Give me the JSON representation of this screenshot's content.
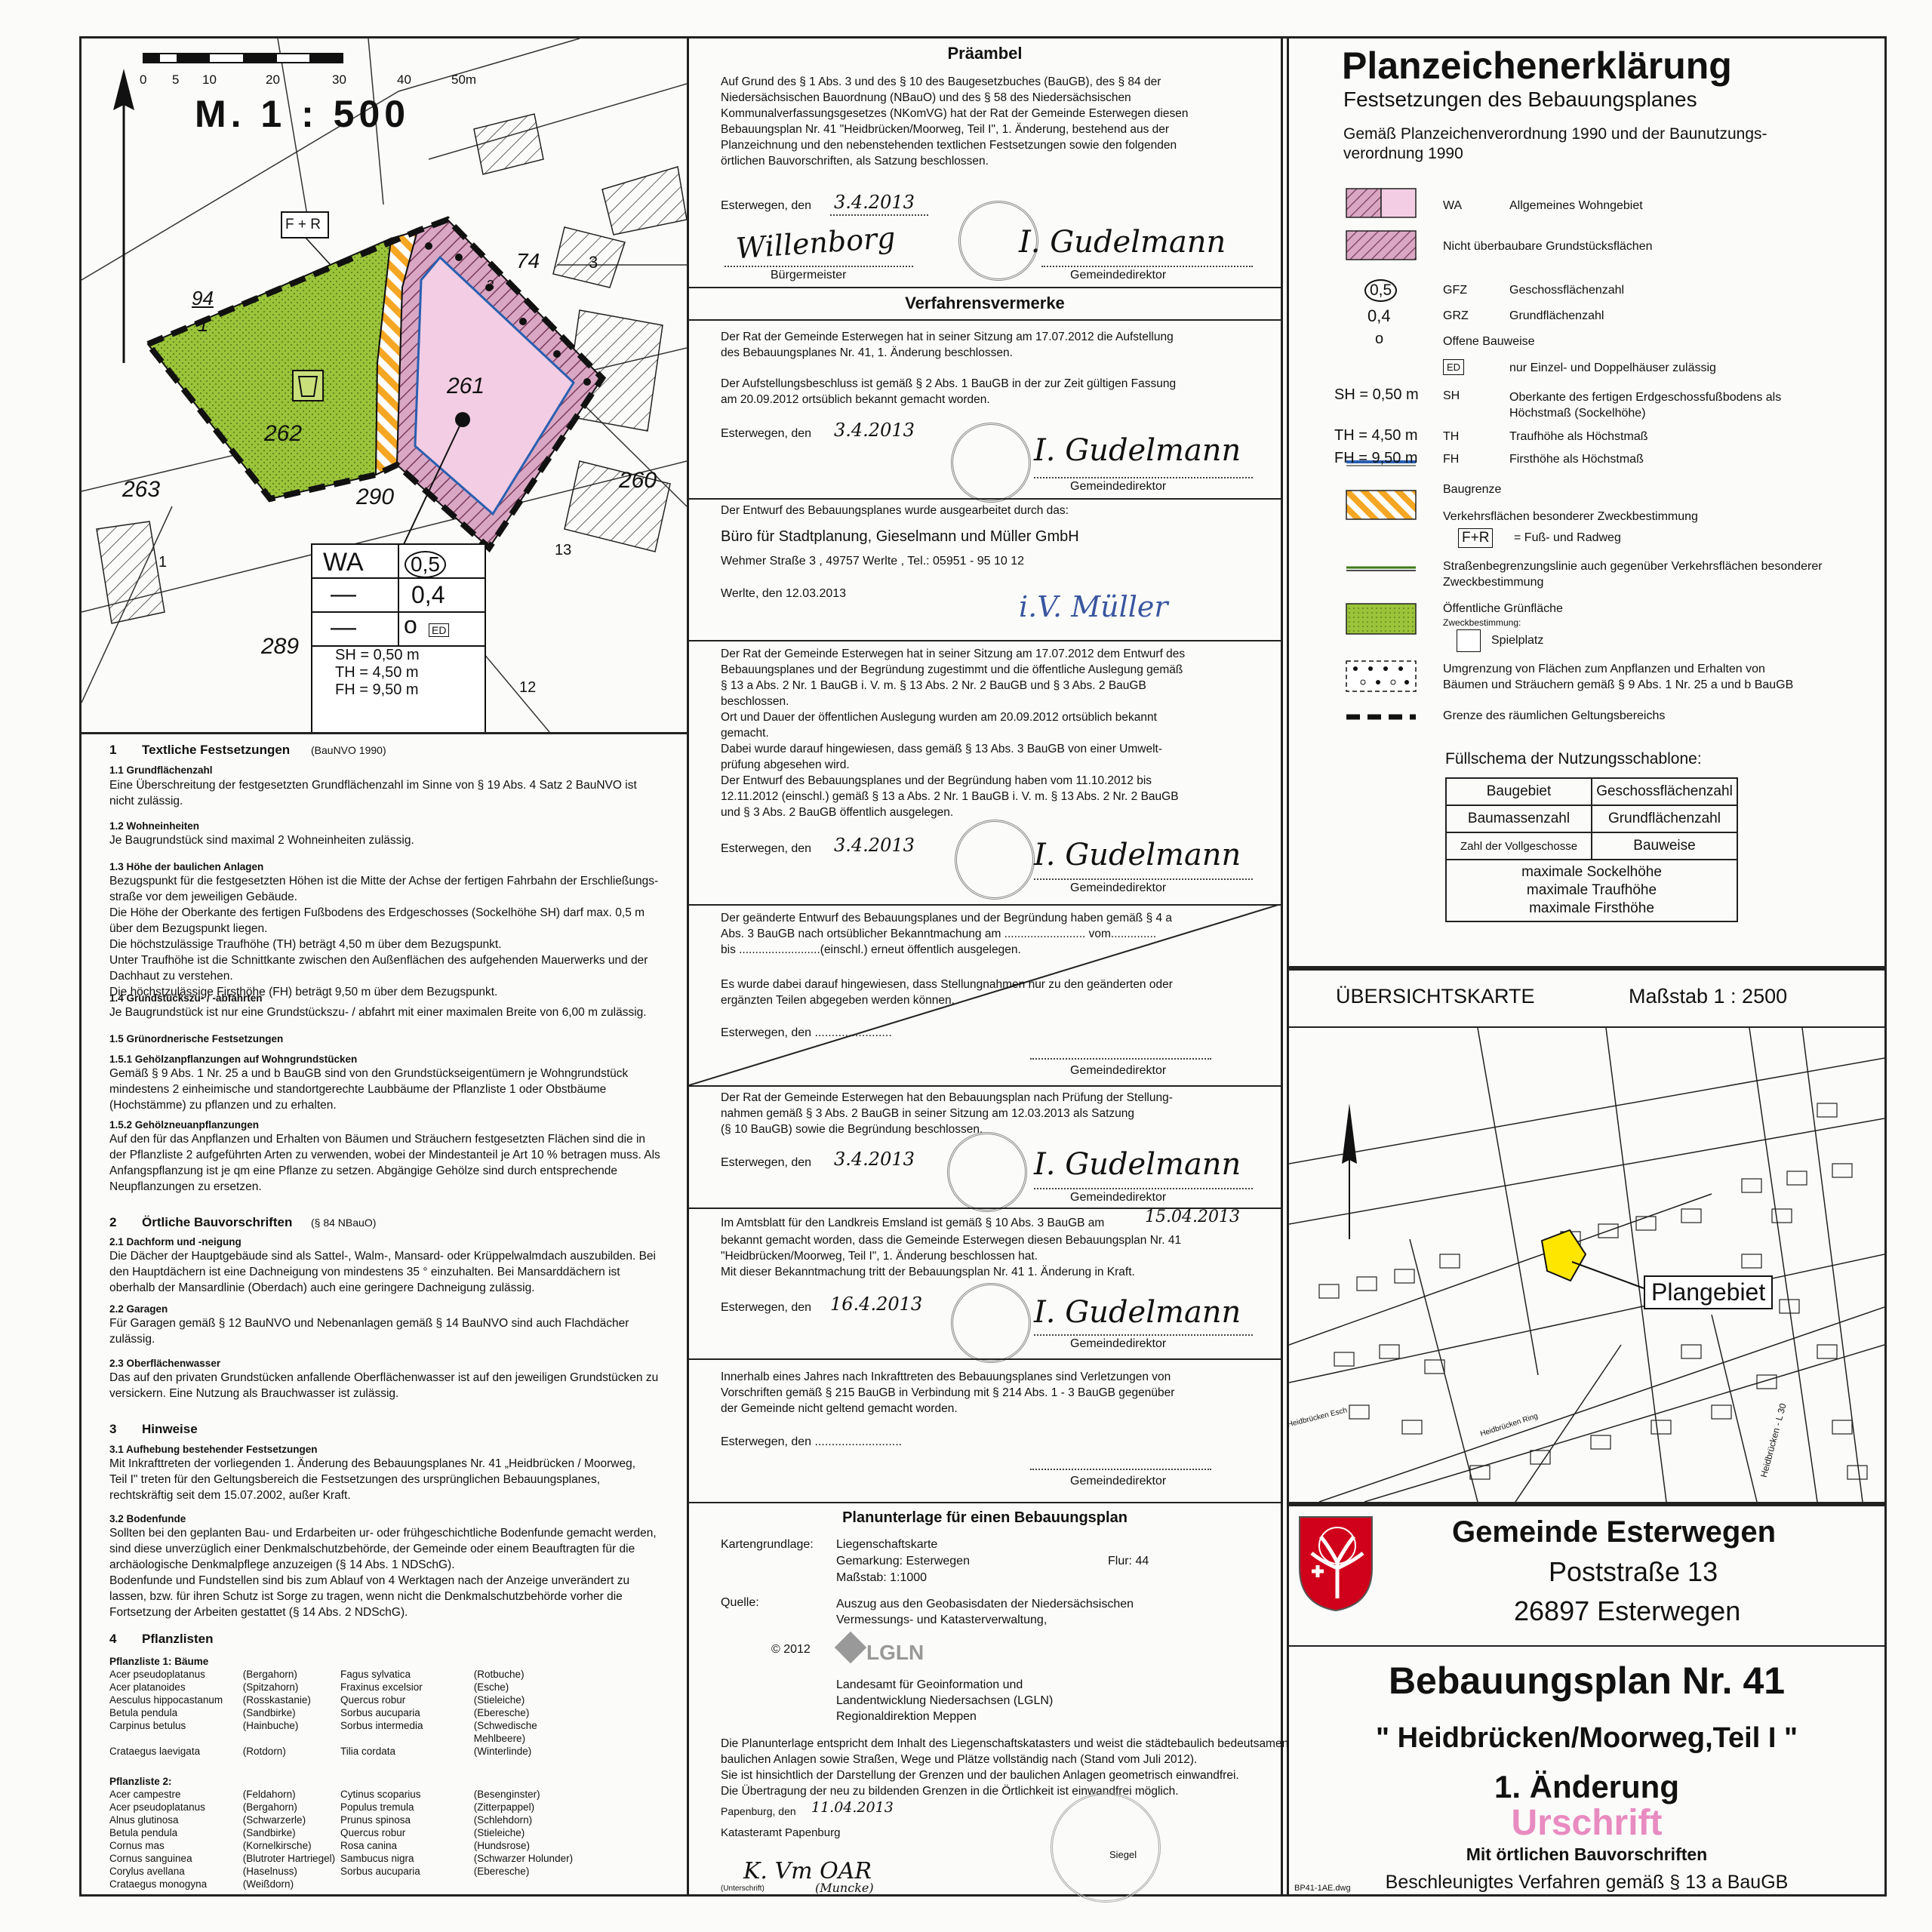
{
  "scale": {
    "ticks": [
      "0",
      "5",
      "10",
      "20",
      "30",
      "40",
      "50m"
    ],
    "title": "M. 1 : 500"
  },
  "map": {
    "f_r": "F + R",
    "lots": [
      "94",
      "1",
      "74",
      "3",
      "262",
      "261",
      "263",
      "290",
      "260",
      "13",
      "289",
      "12",
      "3",
      "1"
    ],
    "schablone": {
      "wa": "WA",
      "gfz": "0,5",
      "dash": "—",
      "grz": "0,4",
      "o": "o",
      "ed": "ED",
      "sh": "SH = 0,50 m",
      "th": "TH = 4,50 m",
      "fh": "FH = 9,50 m"
    }
  },
  "textual": {
    "s1_num": "1",
    "s1_title": "Textliche Festsetzungen",
    "s1_suffix": "(BauNVO 1990)",
    "p11": "1.1      Grundflächenzahl",
    "p11_text": "Eine Überschreitung der festgesetzten Grundflächenzahl im Sinne von § 19 Abs. 4 Satz 2 BauNVO ist\nnicht zulässig.",
    "p12": "1.2      Wohneinheiten",
    "p12_text": "Je Baugrundstück sind maximal 2 Wohneinheiten zulässig.",
    "p13": "1.3      Höhe der baulichen Anlagen",
    "p13_text": "Bezugspunkt für die festgesetzten Höhen ist die Mitte der Achse der fertigen Fahrbahn der Erschließungs-\nstraße vor dem jeweiligen Gebäude.\nDie Höhe der Oberkante des fertigen Fußbodens des Erdgeschosses (Sockelhöhe SH) darf max. 0,5 m\nüber dem Bezugspunkt liegen.\nDie höchstzulässige Traufhöhe (TH) beträgt 4,50 m über dem Bezugspunkt.\nUnter Traufhöhe ist die Schnittkante zwischen den Außenflächen des aufgehenden Mauerwerks und der\nDachhaut zu verstehen.\nDie höchstzulässige Firsthöhe (FH) beträgt 9,50 m über dem Bezugspunkt.",
    "p14": "1.4      Grundstückszu- / -abfahrten",
    "p14_text": "Je Baugrundstück ist nur eine Grundstückszu- / abfahrt mit einer maximalen Breite von 6,00 m zulässig.",
    "p15": "1.5      Grünordnerische Festsetzungen",
    "p151": "1.5.1   Gehölzanpflanzungen auf Wohngrundstücken",
    "p151_text": "Gemäß § 9 Abs. 1 Nr. 25 a und b BauGB sind von den Grundstückseigentümern je Wohngrundstück\nmindestens 2 einheimische und standortgerechte Laubbäume der Pflanzliste 1 oder Obstbäume\n(Hochstämme) zu pflanzen und zu erhalten.",
    "p152": "1.5.2   Gehölzneuanpflanzungen",
    "p152_text": "Auf den für das Anpflanzen und Erhalten von Bäumen und Sträuchern festgesetzten Flächen sind die in\nder Pflanzliste 2 aufgeführten Arten zu verwenden, wobei der Mindestanteil je Art 10 % betragen muss. Als\nAnfangspflanzung ist je qm eine Pflanze zu setzen. Abgängige Gehölze sind durch entsprechende\nNeupflanzungen zu ersetzen.",
    "s2_num": "2",
    "s2_title": "Örtliche Bauvorschriften",
    "s2_suffix": "(§ 84 NBauO)",
    "p21": "2.1      Dachform und -neigung",
    "p21_text": "Die Dächer der Hauptgebäude sind als Sattel-, Walm-, Mansard- oder Krüppelwalmdach auszubilden. Bei\nden Hauptdächern ist eine Dachneigung von mindestens 35 ° einzuhalten. Bei Mansarddächern ist\noberhalb der Mansardlinie (Oberdach) auch eine geringere Dachneigung zulässig.",
    "p22": "2.2      Garagen",
    "p22_text": "Für Garagen gemäß § 12 BauNVO und Nebenanlagen gemäß § 14 BauNVO sind auch Flachdächer\nzulässig.",
    "p23": "2.3      Oberflächenwasser",
    "p23_text": "Das auf den privaten Grundstücken anfallende Oberflächenwasser ist auf den jeweiligen Grundstücken zu\nversickern. Eine Nutzung als Brauchwasser ist zulässig.",
    "s3_num": "3",
    "s3_title": "Hinweise",
    "p31": "3.1      Aufhebung bestehender Festsetzungen",
    "p31_text": "Mit Inkrafttreten der vorliegenden 1. Änderung des Bebauungsplanes Nr. 41 „Heidbrücken / Moorweg,\nTeil I\" treten für den Geltungsbereich die Festsetzungen des ursprünglichen Bebauungsplanes,\nrechtskräftig seit dem 15.07.2002, außer Kraft.",
    "p32": "3.2      Bodenfunde",
    "p32_text": "Sollten bei den geplanten Bau- und Erdarbeiten ur- oder frühgeschichtliche Bodenfunde gemacht werden,\nsind diese unverzüglich einer Denkmalschutzbehörde, der Gemeinde oder einem Beauftragten für die\narchäologische Denkmalpflege anzuzeigen (§ 14 Abs. 1 NDSchG).\nBodenfunde und Fundstellen sind bis zum Ablauf von 4 Werktagen nach der Anzeige unverändert zu\nlassen, bzw. für ihren Schutz ist Sorge zu tragen, wenn nicht die Denkmalschutzbehörde vorher die\nFortsetzung der Arbeiten gestattet (§ 14 Abs. 2 NDSchG).",
    "s4_num": "4",
    "s4_title": "Pflanzlisten",
    "pl1_title": "Pflanzliste 1: Bäume",
    "pl1": [
      [
        "Acer pseudoplatanus",
        "(Bergahorn)",
        "Fagus sylvatica",
        "(Rotbuche)"
      ],
      [
        "Acer platanoides",
        "(Spitzahorn)",
        "Fraxinus excelsior",
        "(Esche)"
      ],
      [
        "Aesculus hippocastanum",
        "(Rosskastanie)",
        "Quercus robur",
        "(Stieleiche)"
      ],
      [
        "Betula pendula",
        "(Sandbirke)",
        "Sorbus aucuparia",
        "(Eberesche)"
      ],
      [
        "Carpinus betulus",
        "(Hainbuche)",
        "Sorbus intermedia",
        "(Schwedische\nMehlbeere)"
      ],
      [
        "Crataegus laevigata",
        "(Rotdorn)",
        "Tilia cordata",
        "(Winterlinde)"
      ]
    ],
    "pl2_title": "Pflanzliste 2:",
    "pl2": [
      [
        "Acer campestre",
        "(Feldahorn)",
        "Cytinus scoparius",
        "(Besenginster)"
      ],
      [
        "Acer pseudoplatanus",
        "(Bergahorn)",
        "Populus tremula",
        "(Zitterpappel)"
      ],
      [
        "Alnus glutinosa",
        "(Schwarzerle)",
        "Prunus spinosa",
        "(Schlehdorn)"
      ],
      [
        "Betula pendula",
        "(Sandbirke)",
        "Quercus robur",
        "(Stieleiche)"
      ],
      [
        "Cornus mas",
        "(Kornelkirsche)",
        "Rosa canina",
        "(Hundsrose)"
      ],
      [
        "Cornus sanguinea",
        "(Blutroter Hartriegel)",
        "Sambucus nigra",
        "(Schwarzer Holunder)"
      ],
      [
        "Corylus avellana",
        "(Haselnuss)",
        "Sorbus aucuparia",
        "(Eberesche)"
      ],
      [
        "Crataegus monogyna",
        "(Weißdorn)",
        "",
        ""
      ]
    ]
  },
  "praeambel": {
    "title": "Präambel",
    "text": "Auf Grund des § 1 Abs. 3 und des § 10 des Baugesetzbuches (BauGB), des § 84 der\nNiedersächsischen Bauordnung (NBauO) und des § 58 des Niedersächsischen\nKommunalverfassungsgesetzes (NKomVG) hat der Rat der Gemeinde Esterwegen diesen\nBebauungsplan Nr. 41 \"Heidbrücken/Moorweg, Teil I\", 1. Änderung, bestehend aus der\nPlanzeichnung und den nebenstehenden textlichen Festsetzungen sowie den folgenden\nörtlichen Bauvorschriften, als Satzung beschlossen.",
    "date_label": "Esterwegen, den",
    "date": "3.4.2013",
    "sig1": "Bürgermeister",
    "sig2": "Gemeindedirektor"
  },
  "verfahren": {
    "title": "Verfahrensvermerke",
    "v1": "Der Rat der Gemeinde Esterwegen hat in seiner Sitzung am 17.07.2012 die Aufstellung\ndes Bebauungsplanes Nr. 41, 1. Änderung beschlossen.",
    "v1b": "Der Aufstellungsbeschluss ist gemäß § 2 Abs. 1 BauGB in der zur Zeit gültigen Fassung\nam 20.09.2012 ortsüblich bekannt gemacht worden.",
    "date_label": "Esterwegen, den",
    "d1": "3.4.2013",
    "sig": "Gemeindedirektor",
    "v2": "Der Entwurf des Bebauungsplanes wurde ausgearbeitet durch das:",
    "buero": "Büro für Stadtplanung, Gieselmann und Müller GmbH",
    "addr": "Wehmer Straße 3 , 49757 Werlte , Tel.: 05951 - 95 10 12",
    "werlte": "Werlte, den 12.03.2013",
    "v3": "Der Rat der Gemeinde Esterwegen hat in seiner Sitzung am 17.07.2012 dem Entwurf des\nBebauungsplanes und der Begründung zugestimmt und die öffentliche Auslegung gemäß\n§ 13 a Abs. 2 Nr. 1 BauGB i. V. m. § 13 Abs. 2 Nr. 2 BauGB und § 3 Abs. 2 BauGB\nbeschlossen.\nOrt und Dauer der öffentlichen Auslegung wurden am 20.09.2012 ortsüblich bekannt\ngemacht.\nDabei wurde darauf hingewiesen, dass gemäß § 13 Abs. 3 BauGB von einer Umwelt-\nprüfung abgesehen wird.\nDer Entwurf des Bebauungsplanes und der Begründung haben vom 11.10.2012 bis\n12.11.2012 (einschl.) gemäß § 13 a Abs. 2 Nr. 1 BauGB i. V. m. § 13 Abs. 2 Nr. 2 BauGB\nund § 3 Abs. 2 BauGB öffentlich ausgelegen.",
    "d3": "3.4.2013",
    "v4": "Der geänderte Entwurf des Bebauungsplanes und der Begründung haben gemäß § 4 a\nAbs. 3 BauGB nach ortsüblicher Bekanntmachung am ......................... vom..............\nbis .........................(einschl.) erneut öffentlich ausgelegen.",
    "v4b": "Es wurde dabei darauf hingewiesen, dass Stellungnahmen nur zu den geänderten oder\nergänzten Teilen abgegeben werden können.",
    "d4": "Esterwegen, den .......................",
    "v5": "Der Rat der Gemeinde Esterwegen hat den Bebauungsplan nach Prüfung der Stellung-\nnahmen gemäß § 3 Abs. 2 BauGB in seiner Sitzung am 12.03.2013 als Satzung\n(§ 10 BauGB) sowie die Begründung beschlossen.",
    "d5": "3.4.2013",
    "v6a": "Im Amtsblatt für den Landkreis Emsland ist gemäß § 10 Abs. 3 BauGB am",
    "v6date": "15.04.2013",
    "v6": "bekannt gemacht worden, dass die Gemeinde Esterwegen diesen Bebauungsplan Nr. 41\n\"Heidbrücken/Moorweg, Teil I\", 1. Änderung beschlossen hat.\nMit dieser Bekanntmachung tritt der Bebauungsplan Nr. 41 1. Änderung in Kraft.",
    "d6": "16.4.2013",
    "v7": "Innerhalb eines Jahres nach Inkrafttreten des Bebauungsplanes sind Verletzungen von\nVorschriften gemäß § 215 BauGB in Verbindung mit § 214 Abs. 1 - 3 BauGB gegenüber\nder Gemeinde  nicht  geltend gemacht worden.",
    "d7": "Esterwegen, den .........................."
  },
  "planunterlage": {
    "title": "Planunterlage für einen Bebauungsplan",
    "k_label": "Kartengrundlage:",
    "k_val": "Liegenschaftskarte",
    "gem": "Gemarkung: Esterwegen",
    "flur": "Flur: 44",
    "mass": "Maßstab: 1:1000",
    "q_label": "Quelle:",
    "q_val": "Auszug aus den Geobasisdaten der Niedersächsischen\nVermessungs- und Katasterverwaltung,",
    "copy": "©   2012",
    "lgln": "LGLN",
    "lgln_text": "Landesamt für Geoinformation und\nLandentwicklung Niedersachsen (LGLN)\nRegionaldirektion Meppen",
    "small": "Die Planunterlage entspricht dem Inhalt des Liegenschaftskatasters und weist die städtebaulich bedeutsamen\nbaulichen Anlagen sowie Straßen, Wege und Plätze vollständig nach (Stand vom Juli 2012).\nSie ist hinsichtlich der Darstellung der Grenzen und der baulichen Anlagen geometrisch einwandfrei.\nDie Übertragung der neu zu bildenden Grenzen in die Örtlichkeit ist einwandfrei möglich.",
    "papenburg": "Papenburg, den",
    "pdate": "11.04.2013",
    "katamt": "Katasteramt Papenburg",
    "unterschrift": "(Unterschrift)",
    "siegel": "Siegel",
    "sign_name": "(Muncke)"
  },
  "legend": {
    "title": "Planzeichenerklärung",
    "subtitle": "Festsetzungen des Bebauungsplanes",
    "basis": "Gemäß Planzeichenverordnung 1990 und der Baunutzungs-\nverordnung 1990",
    "wa_code": "WA",
    "wa_text": "Allgemeines Wohngebiet",
    "nb_text": "Nicht überbaubare Grundstücksflächen",
    "gfz_sym": "0,5",
    "gfz_code": "GFZ",
    "gfz_text": "Geschossflächenzahl",
    "grz_sym": "0,4",
    "grz_code": "GRZ",
    "grz_text": "Grundflächenzahl",
    "o_sym": "o",
    "o_text": "Offene Bauweise",
    "ed_sym": "ED",
    "ed_text": "nur Einzel- und Doppelhäuser zulässig",
    "sh_sym": "SH = 0,50 m",
    "sh_code": "SH",
    "sh_text": "Oberkante des fertigen Erdgeschossfußbodens als\nHöchstmaß (Sockelhöhe)",
    "th_sym": "TH = 4,50 m",
    "th_code": "TH",
    "th_text": "Traufhöhe als Höchstmaß",
    "fh_sym": "FH = 9,50 m",
    "fh_code": "FH",
    "fh_text": "Firsthöhe als Höchstmaß",
    "baugrenze": "Baugrenze",
    "verkehr": "Verkehrsflächen besonderer Zweckbestimmung",
    "fr": "F+R",
    "fr_text": "=  Fuß- und Radweg",
    "strasse": "Straßenbegrenzungslinie auch gegenüber Verkehrsflächen besonderer\nZweckbestimmung",
    "gruen": "Öffentliche Grünfläche",
    "zweck": "Zweckbestimmung:",
    "spiel": "Spielplatz",
    "umgr": "Umgrenzung von Flächen zum Anpflanzen und Erhalten von\nBäumen und Sträuchern gemäß § 9 Abs. 1 Nr. 25 a und b BauGB",
    "grenze": "Grenze des räumlichen Geltungsbereichs",
    "fuell": "Füllschema der Nutzungsschablone:",
    "fs": [
      [
        "Baugebiet",
        "Geschossflächenzahl"
      ],
      [
        "Baumassenzahl",
        "Grundflächenzahl"
      ],
      [
        "Zahl der Vollgeschosse",
        "Bauweise"
      ]
    ],
    "fs_bottom": "maximale Sockelhöhe\nmaximale Traufhöhe\nmaximale Firsthöhe"
  },
  "uebersicht": {
    "title": "ÜBERSICHTSKARTE",
    "mass": "Maßstab  1 : 2500",
    "plangebiet": "Plangebiet",
    "streets": [
      "Heidbrücken Esch",
      "Heidbrücken Ring",
      "Heidbrücken - L 30"
    ]
  },
  "titleblock": {
    "gemeinde": "Gemeinde Esterwegen",
    "street": "Poststraße 13",
    "city": "26897 Esterwegen",
    "bplan": "Bebauungsplan Nr. 41",
    "name": "\" Heidbrücken/Moorweg,Teil I \"",
    "aend": "1. Änderung",
    "urschrift": "Urschrift",
    "oertl": "Mit örtlichen Bauvorschriften",
    "verf": "Beschleunigtes Verfahren gemäß § 13 a BauGB",
    "file": "BP41-1AE.dwg"
  }
}
